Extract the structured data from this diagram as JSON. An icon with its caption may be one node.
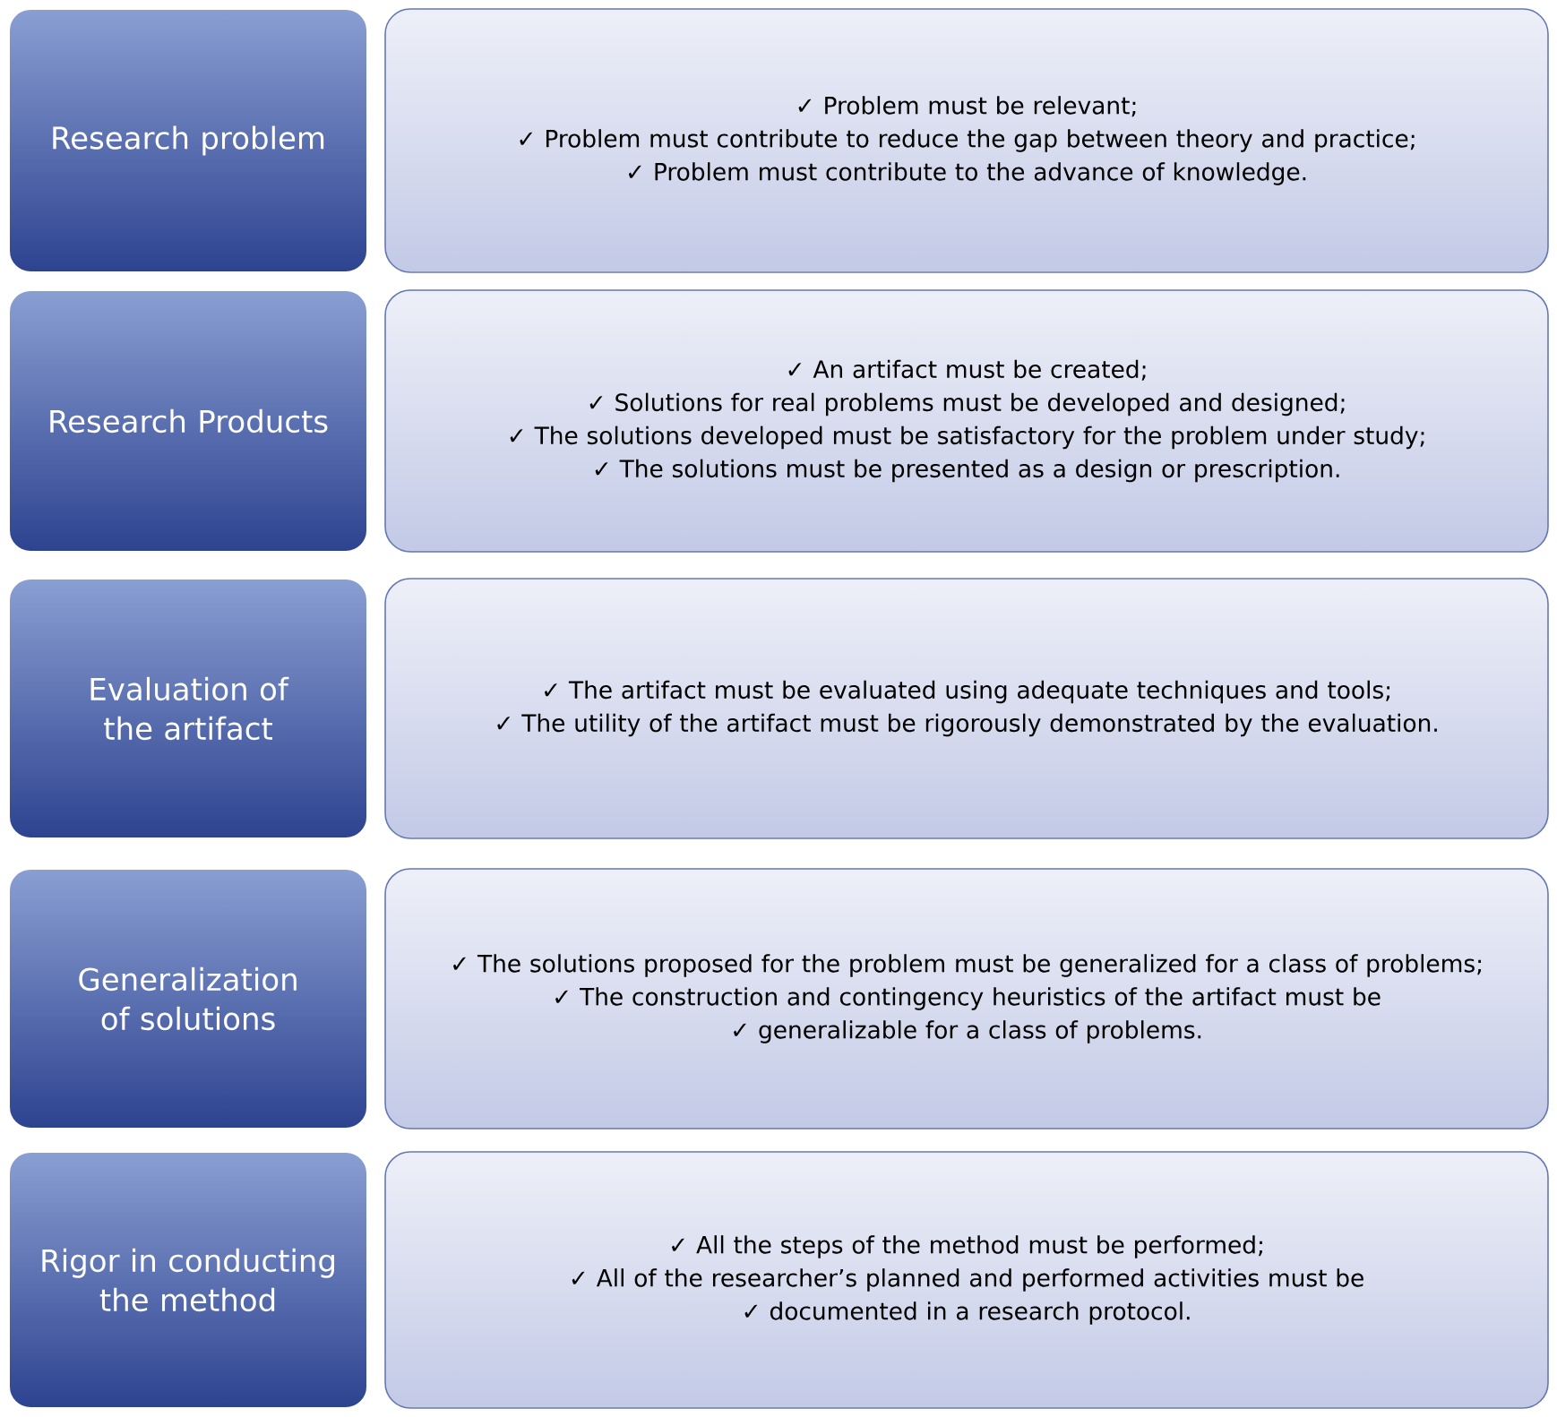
{
  "diagram": {
    "nodes": [
      {
        "text": [
          "Research problem"
        ]
      },
      {
        "text": [
          "✓ Problem must be relevant;",
          "✓ Problem must contribute to reduce the gap between theory and practice;",
          "✓ Problem must contribute to the advance of knowledge."
        ]
      },
      {
        "text": [
          "Research Products"
        ]
      },
      {
        "text": [
          "✓ An artifact must be created;",
          "✓ Solutions for real problems must be developed and designed;",
          "✓ The solutions developed must be satisfactory for the problem under study;",
          "✓ The solutions must be presented as a design or prescription."
        ]
      },
      {
        "text": [
          "Evaluation of the artifact"
        ]
      },
      {
        "text": [
          "✓ The artifact must be evaluated using adequate techniques and tools;",
          "✓ The utility of the artifact must be rigorously demonstrated by the evaluation."
        ]
      },
      {
        "text": [
          "Generalization of solutions"
        ]
      },
      {
        "text": [
          "✓ The solutions proposed for the problem must be generalized for a class of problems;",
          "✓ The construction and contingency heuristics of the artifact must be",
          "✓ generalizable for a class of problems."
        ]
      },
      {
        "text": [
          "Rigor in conducting the method"
        ]
      },
      {
        "text": [
          "✓ All the steps of the method must be performed;",
          "✓ All of the researcher’s planned and performed activities must be",
          "✓ documented in a research protocol."
        ]
      }
    ]
  }
}
